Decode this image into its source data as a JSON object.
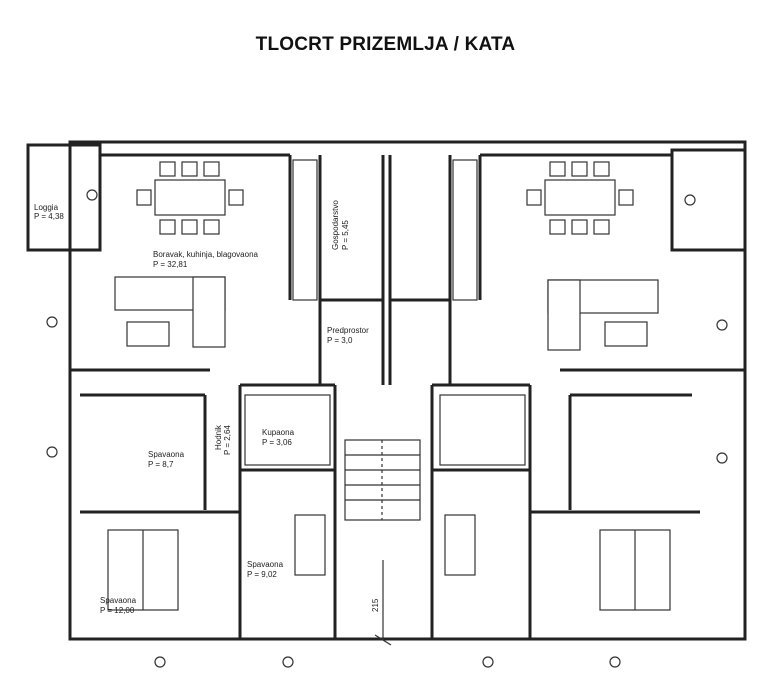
{
  "title": "TLOCRT PRIZEMLJA / KATA",
  "rooms": [
    {
      "name": "Loggia",
      "area": "P = 4,38"
    },
    {
      "name": "Boravak, kuhinja, blagovaona",
      "area": "P = 32,81"
    },
    {
      "name": "Gospodarstvo",
      "area": "P = 5,45"
    },
    {
      "name": "Predprostor",
      "area": "P = 3,0"
    },
    {
      "name": "Hodnik",
      "area": "P = 2,64"
    },
    {
      "name": "Kupaona",
      "area": "P = 3,06"
    },
    {
      "name": "Spavaona",
      "area": "P = 8,7"
    },
    {
      "name": "Spavaona",
      "area": "P = 9,02"
    },
    {
      "name": "Spavaona",
      "area": "P = 12,00"
    }
  ],
  "dimension": "215"
}
